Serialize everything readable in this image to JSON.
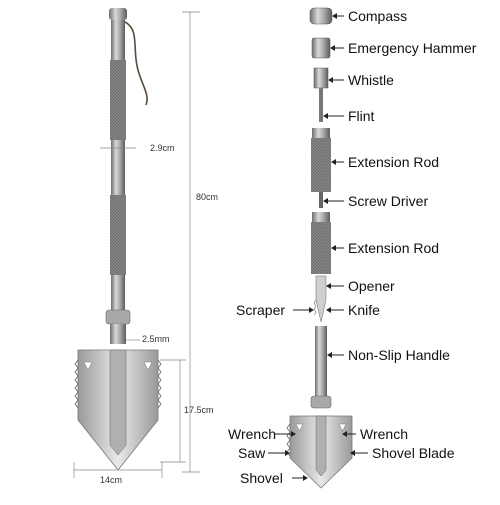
{
  "dimensions": {
    "total_length": "80cm",
    "rod_diameter": "2.9cm",
    "blade_thickness": "2.5mm",
    "blade_length": "17.5cm",
    "blade_width": "14cm"
  },
  "parts": {
    "compass": "Compass",
    "emergency_hammer": "Emergency Hammer",
    "whistle": "Whistle",
    "flint": "Flint",
    "extension_rod_1": "Extension Rod",
    "screw_driver": "Screw Driver",
    "extension_rod_2": "Extension Rod",
    "opener": "Opener",
    "scraper": "Scraper",
    "knife": "Knife",
    "non_slip_handle": "Non-Slip Handle",
    "wrench_left": "Wrench",
    "wrench_right": "Wrench",
    "saw": "Saw",
    "shovel_blade": "Shovel Blade",
    "shovel": "Shovel"
  },
  "colors": {
    "metal_light": "#d4d4d4",
    "metal_mid": "#a8a8a8",
    "metal_dark": "#6e6e6e",
    "grip": "#8a8a8a",
    "cord": "#5a4a3a"
  }
}
